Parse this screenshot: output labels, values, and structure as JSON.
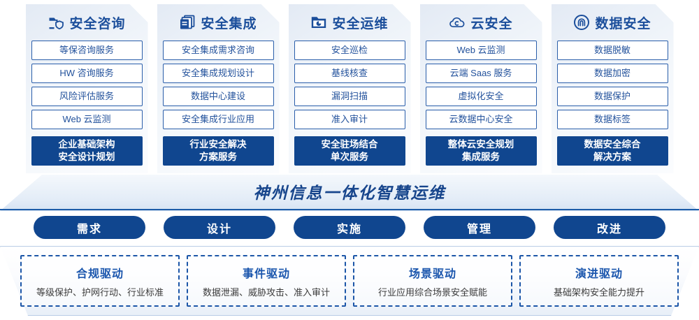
{
  "columns": [
    {
      "icon": "folder-shield-icon",
      "title": "安全咨询",
      "items": [
        "等保咨询服务",
        "HW 咨询服务",
        "风险评估服务",
        "Web 云监测"
      ],
      "highlight_line1": "企业基础架构",
      "highlight_line2": "安全设计规划"
    },
    {
      "icon": "stacked-documents-icon",
      "title": "安全集成",
      "items": [
        "安全集成需求咨询",
        "安全集成规划设计",
        "数据中心建设",
        "安全集成行业应用"
      ],
      "highlight_line1": "行业安全解决",
      "highlight_line2": "方案服务"
    },
    {
      "icon": "folder-chart-icon",
      "title": "安全运维",
      "items": [
        "安全巡检",
        "基线核查",
        "漏洞扫描",
        "准入审计"
      ],
      "highlight_line1": "安全驻场结合",
      "highlight_line2": "单次服务"
    },
    {
      "icon": "cloud-icon",
      "title": "云安全",
      "items": [
        "Web 云监测",
        "云端 Saas 服务",
        "虚拟化安全",
        "云数据中心安全"
      ],
      "highlight_line1": "整体云安全规划",
      "highlight_line2": "集成服务"
    },
    {
      "icon": "fingerprint-icon",
      "title": "数据安全",
      "items": [
        "数据脱敏",
        "数据加密",
        "数据保护",
        "数据标签"
      ],
      "highlight_line1": "数据安全综合",
      "highlight_line2": "解决方案"
    }
  ],
  "banner": {
    "title": "神州信息一体化智慧运维"
  },
  "pills": [
    "需求",
    "设计",
    "实施",
    "管理",
    "改进"
  ],
  "drivers": [
    {
      "title": "合规驱动",
      "desc": "等级保护、护网行动、行业标准"
    },
    {
      "title": "事件驱动",
      "desc": "数据泄漏、威胁攻击、准入审计"
    },
    {
      "title": "场景驱动",
      "desc": "行业应用综合场景安全赋能"
    },
    {
      "title": "演进驱动",
      "desc": "基础架构安全能力提升"
    }
  ],
  "colors": {
    "primary": "#10468f",
    "title_blue": "#1b4e9b",
    "border_blue": "#2a5eaa",
    "item_text": "#23529c"
  }
}
